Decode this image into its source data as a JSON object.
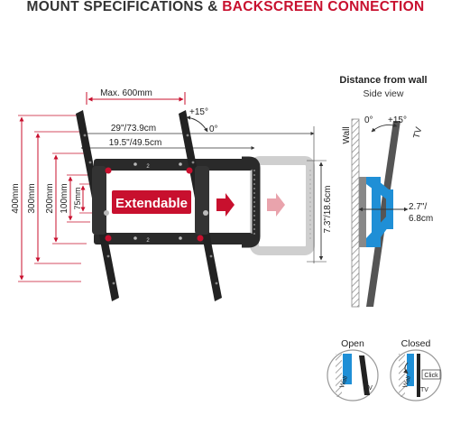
{
  "title": {
    "part1": "MOUNT SPECIFICATIONS & ",
    "part2": "BACKSCREEN CONNECTION",
    "accent": "#c8102e"
  },
  "front_view": {
    "max_width": "Max. 600mm",
    "tilt_up": "+15°",
    "tilt_zero": "0°",
    "width_outer": "29\"/73.9cm",
    "width_inner": "19.5\"/49.5cm",
    "vesa_heights": [
      "400mm",
      "300mm",
      "200mm",
      "100mm",
      "75mm"
    ],
    "badge": "Extendable",
    "depth_height": "7.3\"/18.6cm",
    "bar_label": "2",
    "dimension_color": "#c8102e"
  },
  "side_view": {
    "heading": "Distance from wall",
    "subheading": "Side view",
    "wall": "Wall",
    "tv": "TV",
    "angle_zero": "0°",
    "angle_up": "+15°",
    "distance": "2.7\"/",
    "distance2": "6.8cm",
    "bracket_color": "#1f8fd6"
  },
  "lock_views": {
    "open": "Open",
    "closed": "Closed",
    "wall": "Wall",
    "tv": "TV",
    "click": "Click"
  }
}
